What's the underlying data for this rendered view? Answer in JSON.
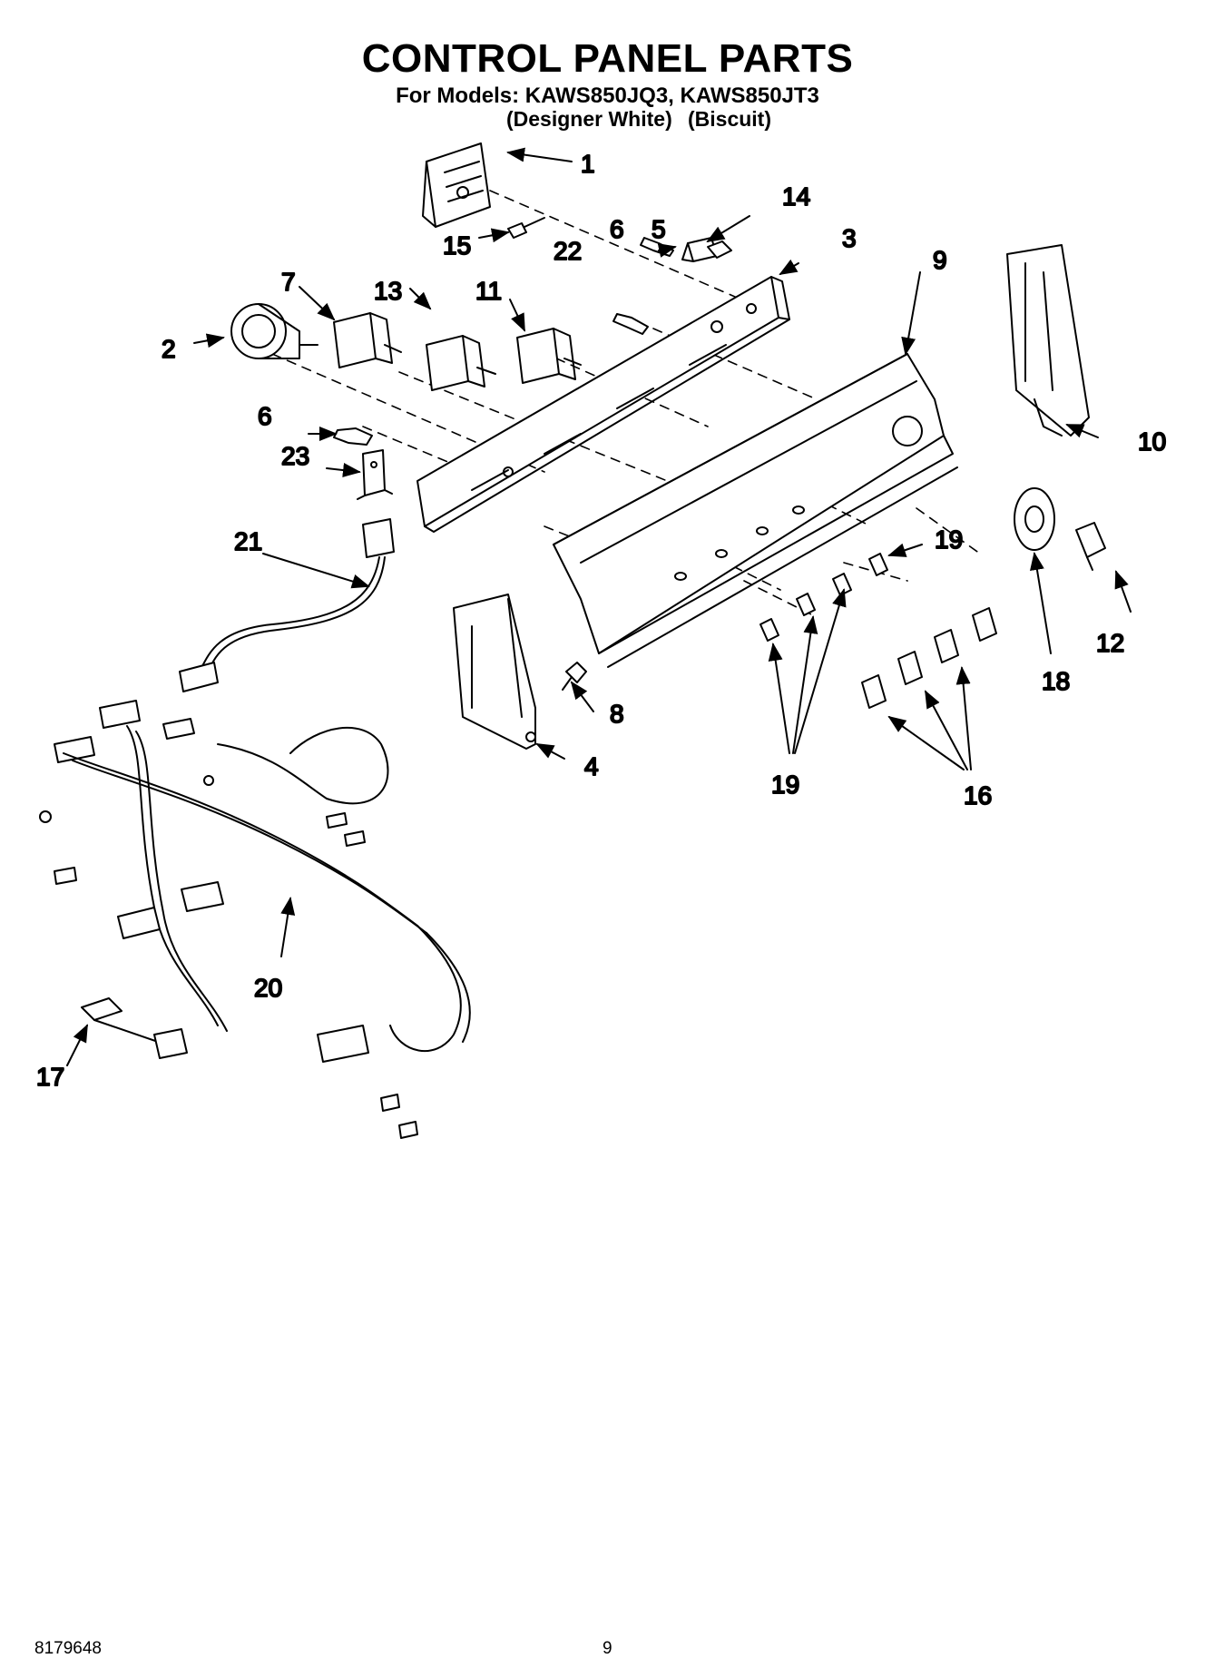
{
  "header": {
    "title": "CONTROL PANEL PARTS",
    "models_line": "For Models: KAWS850JQ3, KAWS850JT3",
    "color_left": "(Designer White)",
    "color_right": "(Biscuit)"
  },
  "callouts": {
    "c1": "1",
    "c2": "2",
    "c3": "3",
    "c4": "4",
    "c5": "5",
    "c6a": "6",
    "c6b": "6",
    "c7": "7",
    "c8": "8",
    "c9": "9",
    "c10": "10",
    "c11": "11",
    "c12": "12",
    "c13": "13",
    "c14": "14",
    "c15": "15",
    "c16": "16",
    "c17": "17",
    "c18": "18",
    "c19a": "19",
    "c19b": "19",
    "c20": "20",
    "c21": "21",
    "c22": "22",
    "c23": "23"
  },
  "footer": {
    "doc_number": "8179648",
    "page_number": "9"
  }
}
